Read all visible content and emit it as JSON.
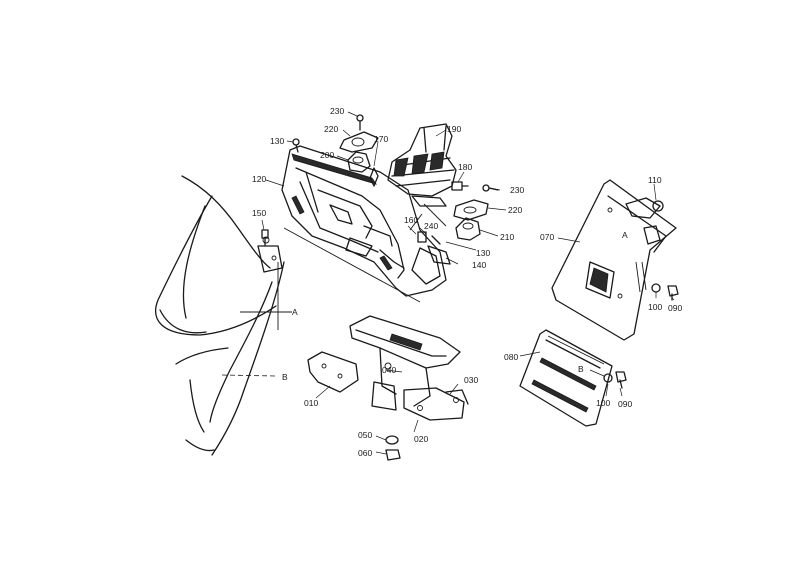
{
  "labels": {
    "p230a": "230",
    "p220a": "220",
    "p130a": "130",
    "p200": "200",
    "p170": "170",
    "p190": "190",
    "p120": "120",
    "p180": "180",
    "p230b": "230",
    "p220b": "220",
    "p150": "150",
    "p160": "160",
    "p240": "240",
    "p130b": "130",
    "p210": "210",
    "p140": "140",
    "p110": "110",
    "p070": "070",
    "p100a": "100",
    "p090a": "090",
    "refA_left": "A",
    "refB_left": "B",
    "p080": "080",
    "refA_right": "A",
    "refB_right": "B",
    "p040": "040",
    "p030": "030",
    "p010": "010",
    "p100b": "100",
    "p090b": "090",
    "p050": "050",
    "p020": "020",
    "p060": "060"
  }
}
